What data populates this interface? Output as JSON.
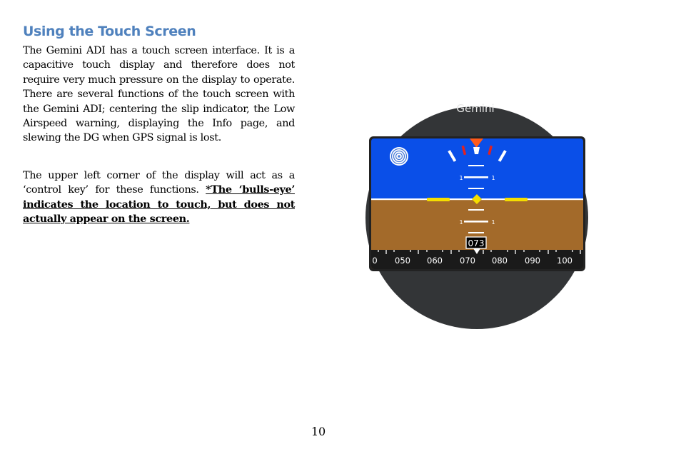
{
  "heading": "Using the Touch Screen",
  "paragraph1": "The Gemini ADI has a touch screen interface.  It is a capacitive touch display and therefore does not require very much pressure on the display to operate.  There are several functions of the touch screen with the Gemini ADI; centering the slip indicator, the Low Airspeed warning, displaying the Info page, and slewing the DG when GPS signal is lost.",
  "paragraph2_text": "The upper left corner of the display will act as a ‘control key’ for these functions.  ",
  "paragraph2_emphasis": "*The ‘bulls-eye’ indicates the location to touch, but does not actually appear on the screen.",
  "page_number": "10",
  "instrument": {
    "brand": "Gemini",
    "heading_readout": "073",
    "heading_scale": [
      "0",
      "050",
      "060",
      "070",
      "080",
      "090",
      "100"
    ],
    "pitch_label": "1",
    "colors": {
      "bezel": "#333537",
      "sky": "#0a4fe8",
      "ground": "#a36a2a",
      "horizon": "#ffffff",
      "aircraft_symbol": "#f5de00",
      "roll_pointer": "#ff5a1a",
      "bank_marks_red": "#e02222"
    }
  }
}
